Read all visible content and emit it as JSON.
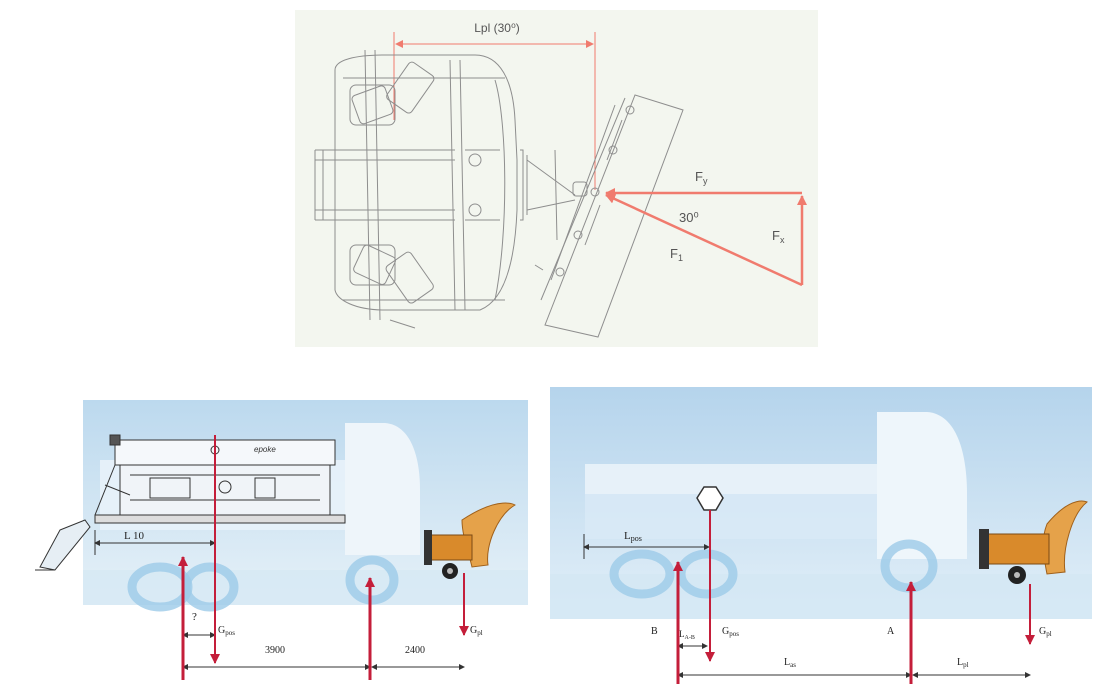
{
  "top_figure": {
    "dimension_label": "Lpl (30⁰)",
    "force_labels": {
      "fy": "F",
      "fy_sub": "y",
      "fx": "F",
      "fx_sub": "x",
      "f1": "F",
      "f1_sub": "1"
    },
    "angle_label": "30⁰",
    "colors": {
      "force": "#f07b6e",
      "drawing": "#8e8e8e",
      "background": "#f3f6ef"
    }
  },
  "left_figure": {
    "labels": {
      "l10": "L 10",
      "question": "?",
      "gpos": "G",
      "gpos_sub": "pos",
      "gpl": "G",
      "gpl_sub": "pl",
      "dim_3900": "3900",
      "dim_2400": "2400"
    },
    "colors": {
      "force": "#c41e3a",
      "sky": "#cfe3f2",
      "plow": "#d98a2b"
    }
  },
  "right_figure": {
    "labels": {
      "lpos": "L",
      "lpos_sub": "pos",
      "b": "B",
      "a": "A",
      "lab": "L",
      "lab_sub": "A-B",
      "gpos": "G",
      "gpos_sub": "pos",
      "gpl": "G",
      "gpl_sub": "pl",
      "las": "L",
      "las_sub": "as",
      "lpl": "L",
      "lpl_sub": "pl"
    },
    "colors": {
      "force": "#c41e3a",
      "sky": "#c8dff0",
      "plow": "#d98a2b"
    }
  }
}
